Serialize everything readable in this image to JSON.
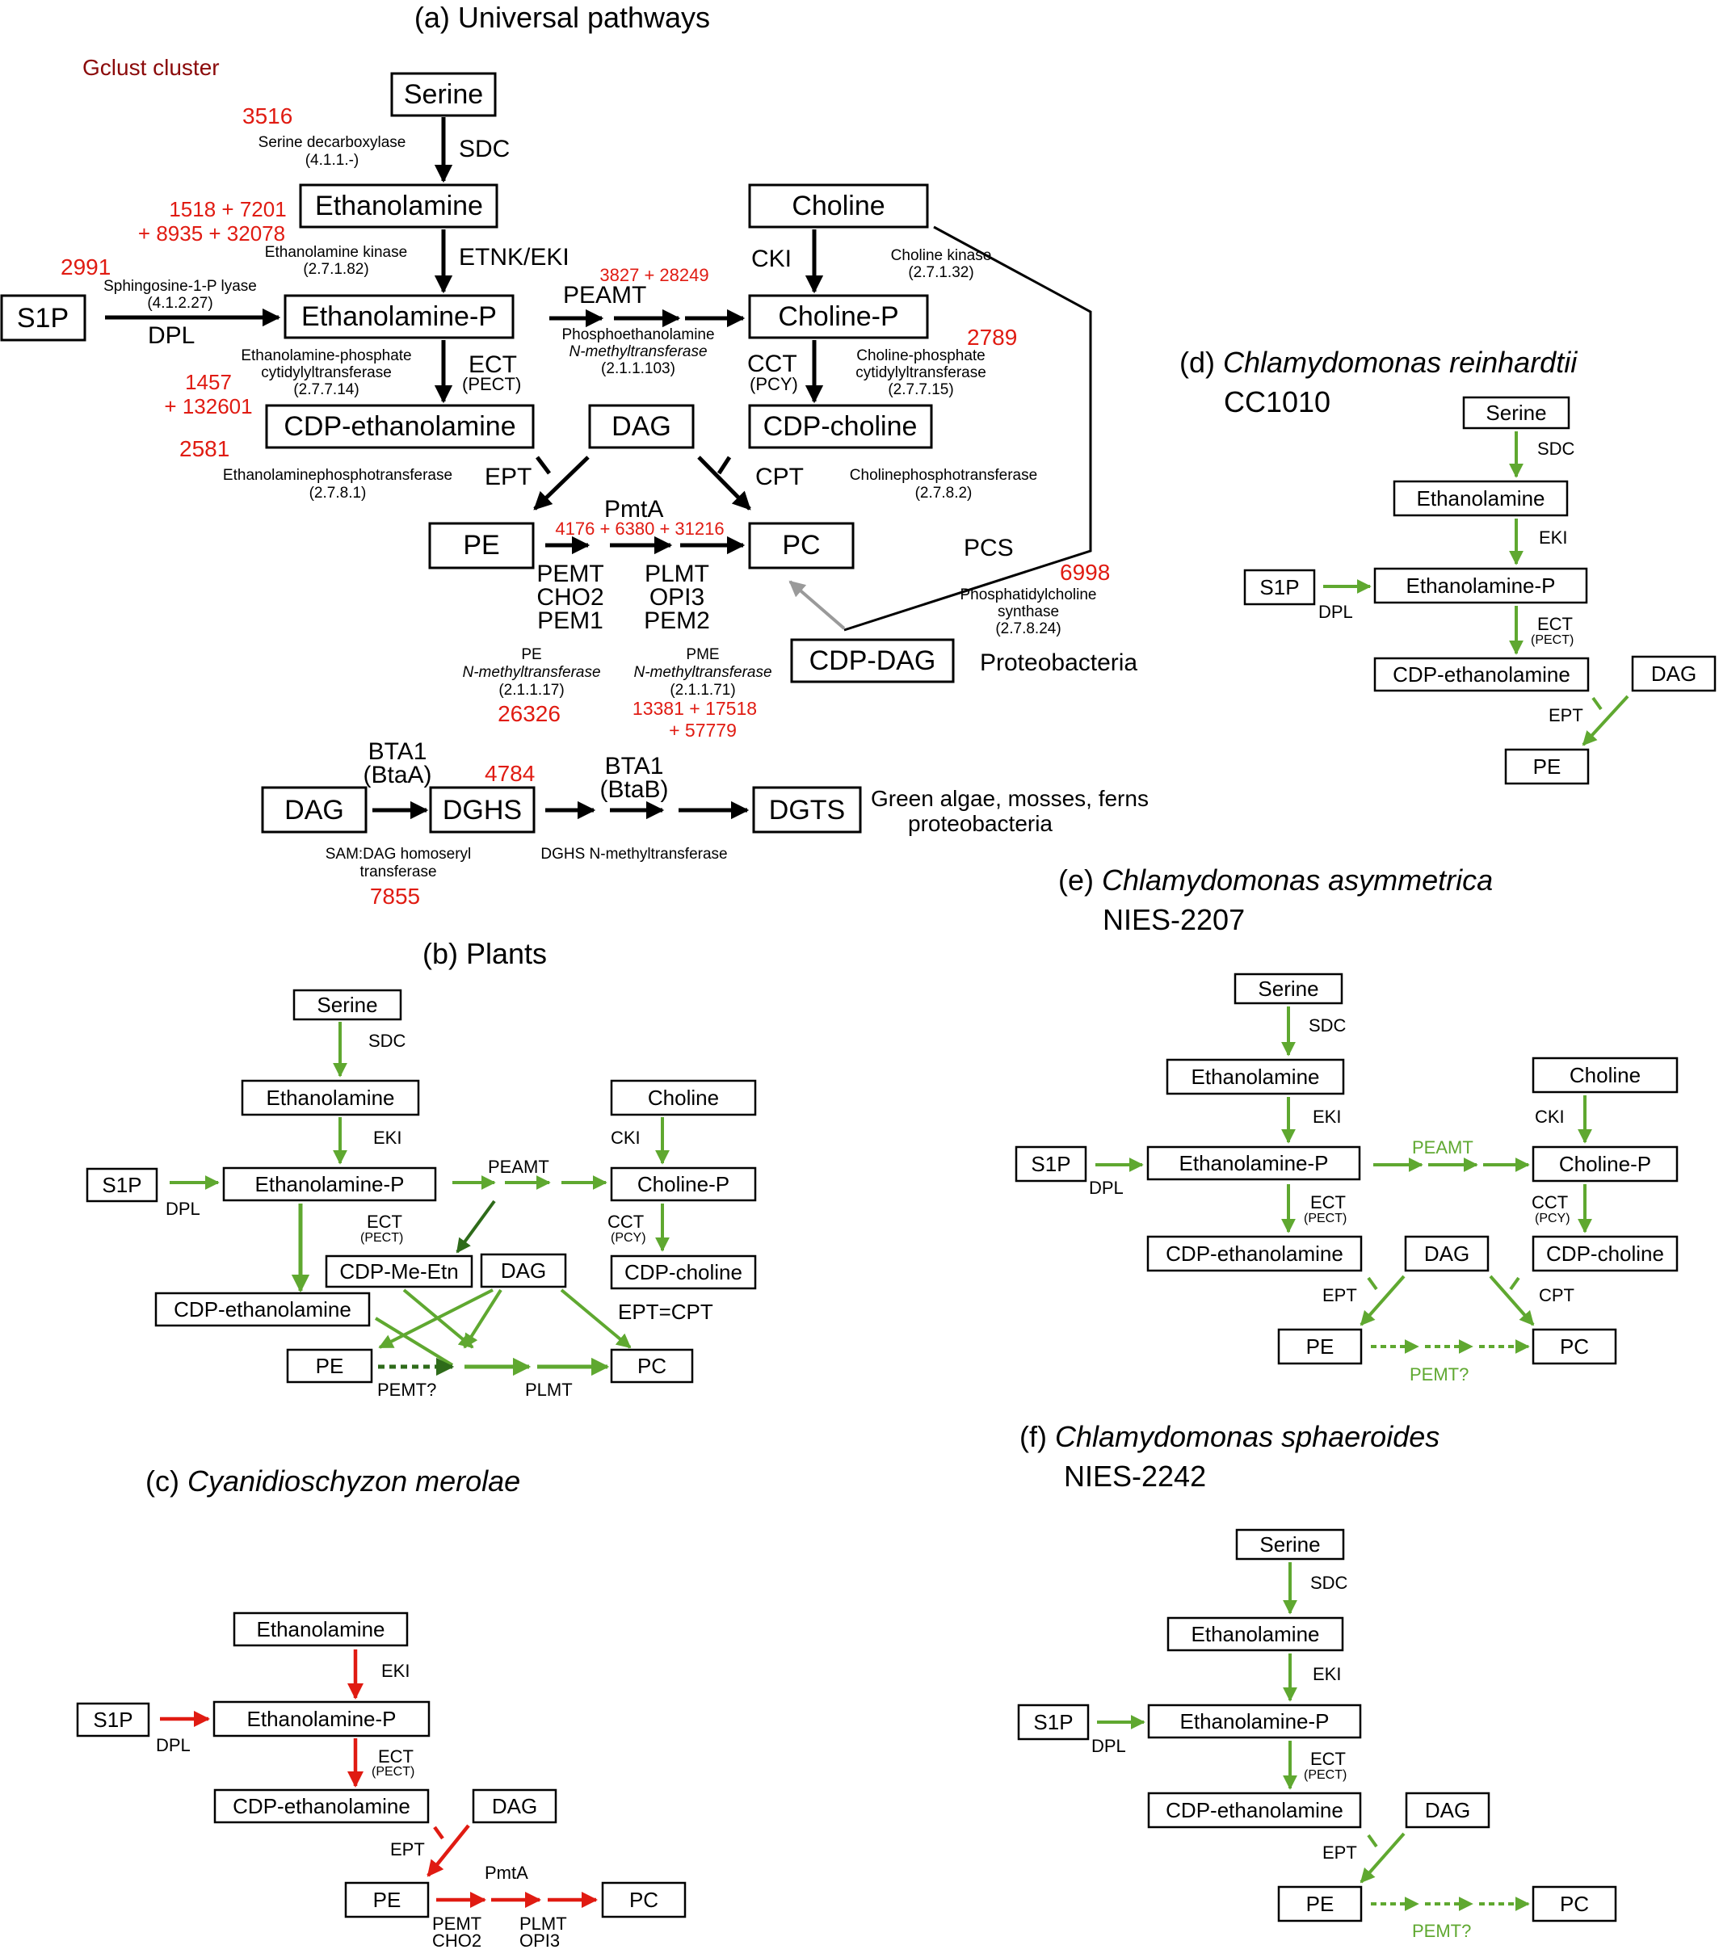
{
  "colors": {
    "black": "#000000",
    "red": "#e01b12",
    "darkred": "#8b0a0a",
    "green": "#5fa830",
    "darkgreen": "#2e6b1a",
    "gray": "#9a9a9a"
  },
  "a": {
    "title": "(a) Universal pathways",
    "gclust": "Gclust cluster",
    "serine": "Serine",
    "ethanolamine": "Ethanolamine",
    "choline": "Choline",
    "s1p": "S1P",
    "etnp": "Ethanolamine-P",
    "cholp": "Choline-P",
    "cdpetn": "CDP-ethanolamine",
    "dag": "DAG",
    "cdpcho": "CDP-choline",
    "pe": "PE",
    "pc": "PC",
    "cdpdag": "CDP-DAG",
    "proteobacteria": "Proteobacteria",
    "dag2": "DAG",
    "dghs": "DGHS",
    "dgts": "DGTS",
    "greenalgae1": "Green algae, mosses, ferns",
    "greenalgae2": "proteobacteria",
    "sdc": "SDC",
    "etnk": "ETNK/EKI",
    "dpl": "DPL",
    "ect": "ECT",
    "ect_sub": "(PECT)",
    "peamt": "PEAMT",
    "cki": "CKI",
    "cct": "CCT",
    "cct_sub": "(PCY)",
    "ept": "EPT",
    "cpt": "CPT",
    "pmta": "PmtA",
    "pcs": "PCS",
    "pemt1": "PEMT",
    "pemt2": "CHO2",
    "pemt3": "PEM1",
    "plmt1": "PLMT",
    "plmt2": "OPI3",
    "plmt3": "PEM2",
    "bta1a": "BTA1",
    "btaa": "(BtaA)",
    "bta1b": "BTA1",
    "btab": "(BtaB)",
    "sd1": "Serine decarboxylase",
    "sd2": "(4.1.1.-)",
    "ek1": "Ethanolamine kinase",
    "ek2": "(2.7.1.82)",
    "sl1": "Sphingosine-1-P lyase",
    "sl2": "(4.1.2.27)",
    "ck1": "Choline kinase",
    "ck2": "(2.7.1.32)",
    "eps1": "Ethanolamine-phosphate",
    "eps2": "cytidylyltransferase",
    "eps3": "(2.7.7.14)",
    "pem1": "Phosphoethanolamine",
    "pem2": "N-methyltransferase",
    "pem3": "(2.1.1.103)",
    "cps1": "Choline-phosphate",
    "cps2": "cytidylyltransferase",
    "cps3": "(2.7.7.15)",
    "ept1": "Ethanolaminephosphotransferase",
    "ept2": "(2.7.8.1)",
    "cpt1": "Cholinephosphotransferase",
    "cpt2": "(2.7.8.2)",
    "pcs1": "Phosphatidylcholine",
    "pcs2": "synthase",
    "pcs3": "(2.7.8.24)",
    "pen1": "PE",
    "pen2": "N-methyltransferase",
    "pen3": "(2.1.1.17)",
    "pmen1": "PME",
    "pmen2": "N-methyltransferase",
    "pmen3": "(2.1.1.71)",
    "sam1": "SAM:DAG homoseryl",
    "sam2": "transferase",
    "dghsn": "DGHS N-methyltransferase",
    "n3516": "3516",
    "n1518a": "1518 + 7201",
    "n1518b": "+ 8935 + 32078",
    "n2991": "2991",
    "n3827": "3827 + 28249",
    "n2789": "2789",
    "n1457a": "1457",
    "n1457b": "+ 132601",
    "n2581": "2581",
    "n4176": "4176 + 6380 + 31216",
    "n6998": "6998",
    "n26326": "26326",
    "n13381a": "13381 + 17518",
    "n13381b": "+ 57779",
    "n4784": "4784",
    "n7855": "7855"
  },
  "b": {
    "title": "(b) Plants",
    "serine": "Serine",
    "ethanolamine": "Ethanolamine",
    "choline": "Choline",
    "s1p": "S1P",
    "etnp": "Ethanolamine-P",
    "cholp": "Choline-P",
    "cdpmeetn": "CDP-Me-Etn",
    "dag": "DAG",
    "cdpcho": "CDP-choline",
    "cdpetn": "CDP-ethanolamine",
    "pe": "PE",
    "pc": "PC",
    "sdc": "SDC",
    "eki": "EKI",
    "dpl": "DPL",
    "peamt": "PEAMT",
    "cki": "CKI",
    "ect": "ECT",
    "ect_sub": "(PECT)",
    "cct": "CCT",
    "cct_sub": "(PCY)",
    "eptcpt": "EPT=CPT",
    "pemt": "PEMT?",
    "plmt": "PLMT"
  },
  "c": {
    "title_pre": "(c) ",
    "title_it": "Cyanidioschyzon merolae",
    "ethanolamine": "Ethanolamine",
    "s1p": "S1P",
    "etnp": "Ethanolamine-P",
    "cdpetn": "CDP-ethanolamine",
    "dag": "DAG",
    "pe": "PE",
    "pc": "PC",
    "eki": "EKI",
    "dpl": "DPL",
    "ect": "ECT",
    "ect_sub": "(PECT)",
    "ept": "EPT",
    "pmta": "PmtA",
    "pemt1": "PEMT",
    "pemt2": "CHO2",
    "plmt1": "PLMT",
    "plmt2": "OPI3"
  },
  "d": {
    "title_pre": "(d) ",
    "title_it": "Chlamydomonas reinhardtii",
    "strain": "CC1010",
    "serine": "Serine",
    "ethanolamine": "Ethanolamine",
    "s1p": "S1P",
    "etnp": "Ethanolamine-P",
    "cdpetn": "CDP-ethanolamine",
    "dag": "DAG",
    "pe": "PE",
    "sdc": "SDC",
    "eki": "EKI",
    "dpl": "DPL",
    "ect": "ECT",
    "ect_sub": "(PECT)",
    "ept": "EPT"
  },
  "e": {
    "title_pre": "(e) ",
    "title_it": "Chlamydomonas asymmetrica",
    "strain": "NIES-2207",
    "serine": "Serine",
    "ethanolamine": "Ethanolamine",
    "choline": "Choline",
    "s1p": "S1P",
    "etnp": "Ethanolamine-P",
    "cholp": "Choline-P",
    "cdpetn": "CDP-ethanolamine",
    "dag": "DAG",
    "cdpcho": "CDP-choline",
    "pe": "PE",
    "pc": "PC",
    "sdc": "SDC",
    "eki": "EKI",
    "dpl": "DPL",
    "peamt": "PEAMT",
    "cki": "CKI",
    "ect": "ECT",
    "ect_sub": "(PECT)",
    "cct": "CCT",
    "cct_sub": "(PCY)",
    "ept": "EPT",
    "cpt": "CPT",
    "pemt": "PEMT?"
  },
  "f": {
    "title_pre": "(f) ",
    "title_it": "Chlamydomonas sphaeroides",
    "strain": "NIES-2242",
    "serine": "Serine",
    "ethanolamine": "Ethanolamine",
    "s1p": "S1P",
    "etnp": "Ethanolamine-P",
    "cdpetn": "CDP-ethanolamine",
    "dag": "DAG",
    "pe": "PE",
    "pc": "PC",
    "sdc": "SDC",
    "eki": "EKI",
    "dpl": "DPL",
    "ect": "ECT",
    "ect_sub": "(PECT)",
    "ept": "EPT",
    "pemt": "PEMT?"
  }
}
